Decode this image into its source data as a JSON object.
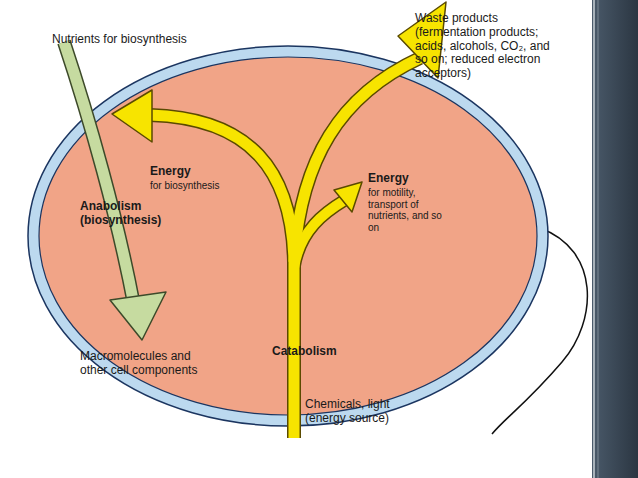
{
  "diagram": {
    "labels": [
      "Nutrients for biosynthesis",
      "Waste products (fermentation products; acids, alcohols, CO₂, and so on; reduced electron acceptors)",
      "Energy",
      "for biosynthesis",
      "Anabolism (biosynthesis)",
      "Energy",
      "for motility, transport of nutrients, and so on",
      "Macromolecules and other cell components",
      "Catabolism",
      "Chemicals, light (energy source)"
    ]
  }
}
